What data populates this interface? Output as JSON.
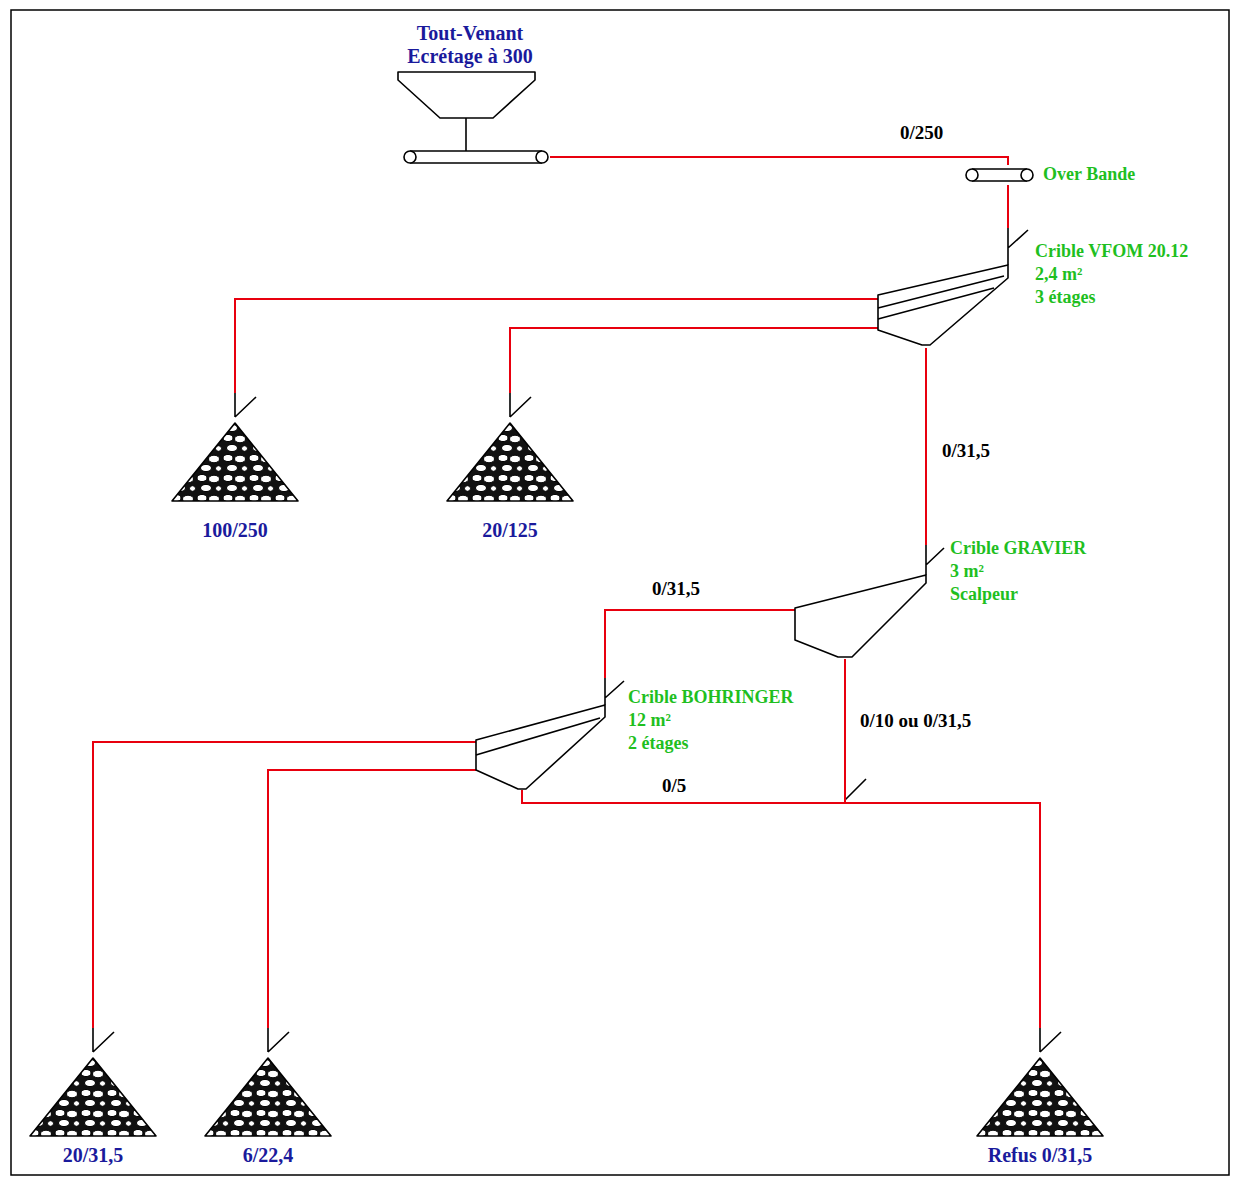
{
  "diagram": {
    "nodes": [
      {
        "text": [
          "Tout-Venant",
          "Ecrétage à 300"
        ]
      },
      {
        "text": [
          "Over Bande"
        ]
      },
      {
        "text": [
          "Crible VFOM 20.12",
          "2,4 m²",
          "3 étages"
        ]
      },
      {
        "text": [
          "100/250"
        ]
      },
      {
        "text": [
          "20/125"
        ]
      },
      {
        "text": [
          "Crible GRAVIER",
          "3 m²",
          "Scalpeur"
        ]
      },
      {
        "text": [
          "Crible BOHRINGER",
          "12 m²",
          "2 étages"
        ]
      },
      {
        "text": [
          "20/31,5"
        ]
      },
      {
        "text": [
          "6/22,4"
        ]
      },
      {
        "text": [
          "Refus 0/31,5"
        ]
      }
    ],
    "edges": [
      {
        "from": 0,
        "to": 1,
        "arrow": "none",
        "label": "0/250"
      },
      {
        "from": 1,
        "to": 2,
        "arrow": "none"
      },
      {
        "from": 2,
        "to": 3,
        "arrow": "none"
      },
      {
        "from": 2,
        "to": 4,
        "arrow": "none"
      },
      {
        "from": 2,
        "to": 5,
        "arrow": "none",
        "label": "0/31,5"
      },
      {
        "from": 5,
        "to": 6,
        "arrow": "none",
        "label": "0/31,5"
      },
      {
        "from": 5,
        "to": 9,
        "arrow": "none",
        "label": "0/10 ou 0/31,5"
      },
      {
        "from": 6,
        "to": 7,
        "arrow": "none"
      },
      {
        "from": 6,
        "to": 8,
        "arrow": "none"
      },
      {
        "from": 6,
        "to": 9,
        "arrow": "none",
        "label": "0/5"
      }
    ]
  }
}
